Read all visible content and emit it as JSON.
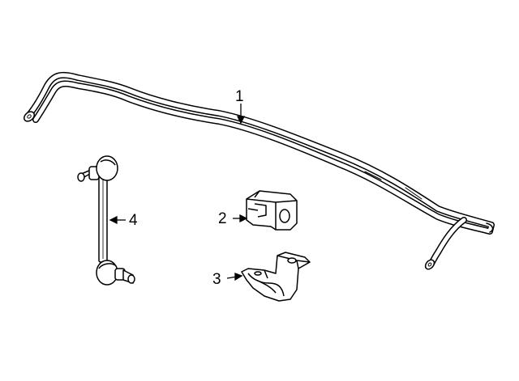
{
  "diagram": {
    "line_color": "#000000",
    "fill_color": "#ffffff",
    "parts": [
      {
        "callout": "1",
        "name": "stabilizer-bar"
      },
      {
        "callout": "2",
        "name": "bushing"
      },
      {
        "callout": "3",
        "name": "bushing-bracket"
      },
      {
        "callout": "4",
        "name": "stabilizer-link"
      }
    ]
  }
}
